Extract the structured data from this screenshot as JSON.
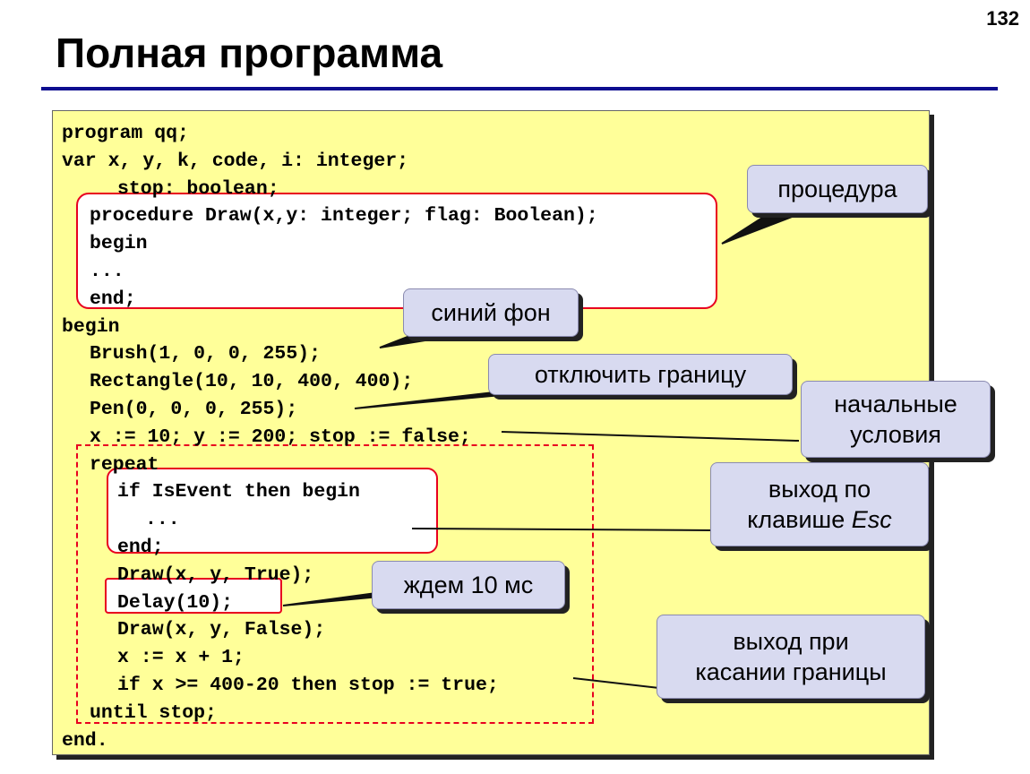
{
  "page": {
    "number": "132",
    "title": "Полная программа"
  },
  "code": [
    {
      "text": "program qq;",
      "indent": 0
    },
    {
      "text": "var x, y, k, code, i: integer;",
      "indent": 0
    },
    {
      "text": "stop: boolean;",
      "indent": 2
    },
    {
      "text": "procedure Draw(x,y: integer; flag: Boolean);",
      "indent": 1
    },
    {
      "text": "begin",
      "indent": 1
    },
    {
      "text": "...",
      "indent": 1
    },
    {
      "text": "end;",
      "indent": 1
    },
    {
      "text": "begin",
      "indent": 0
    },
    {
      "text": "Brush(1, 0, 0, 255);",
      "indent": 1
    },
    {
      "text": "Rectangle(10, 10, 400, 400);",
      "indent": 1
    },
    {
      "text": "Pen(0, 0, 0, 255);",
      "indent": 1
    },
    {
      "text": "x := 10; y := 200; stop := false;",
      "indent": 1
    },
    {
      "text": "repeat",
      "indent": 1
    },
    {
      "text": "if IsEvent then begin",
      "indent": 2
    },
    {
      "text": "...",
      "indent": 3
    },
    {
      "text": "end;",
      "indent": 2
    },
    {
      "text": "Draw(x, y, True);",
      "indent": 2
    },
    {
      "text": "Delay(10);",
      "indent": 2
    },
    {
      "text": "Draw(x, y, False);",
      "indent": 2
    },
    {
      "text": "x := x + 1;",
      "indent": 2
    },
    {
      "text": "if x >= 400-20 then stop := true;",
      "indent": 2
    },
    {
      "text": "until stop;",
      "indent": 1
    },
    {
      "text": "end.",
      "indent": 0
    }
  ],
  "callouts": {
    "procedure": "процедура",
    "blue_bg": "синий фон",
    "no_border": "отключить границу",
    "initial_line1": "начальные",
    "initial_line2": "условия",
    "esc_line1": "выход по",
    "esc_line2_prefix": "клавише ",
    "esc_line2_key": "Esc",
    "wait": "ждем 10 мс",
    "touch_line1": "выход при",
    "touch_line2": "касании границы"
  },
  "colors": {
    "code_background": "#ffff99",
    "title_rule": "#0d0d8f",
    "highlight_border": "#e8001f",
    "callout_fill": "#d8daf0"
  }
}
